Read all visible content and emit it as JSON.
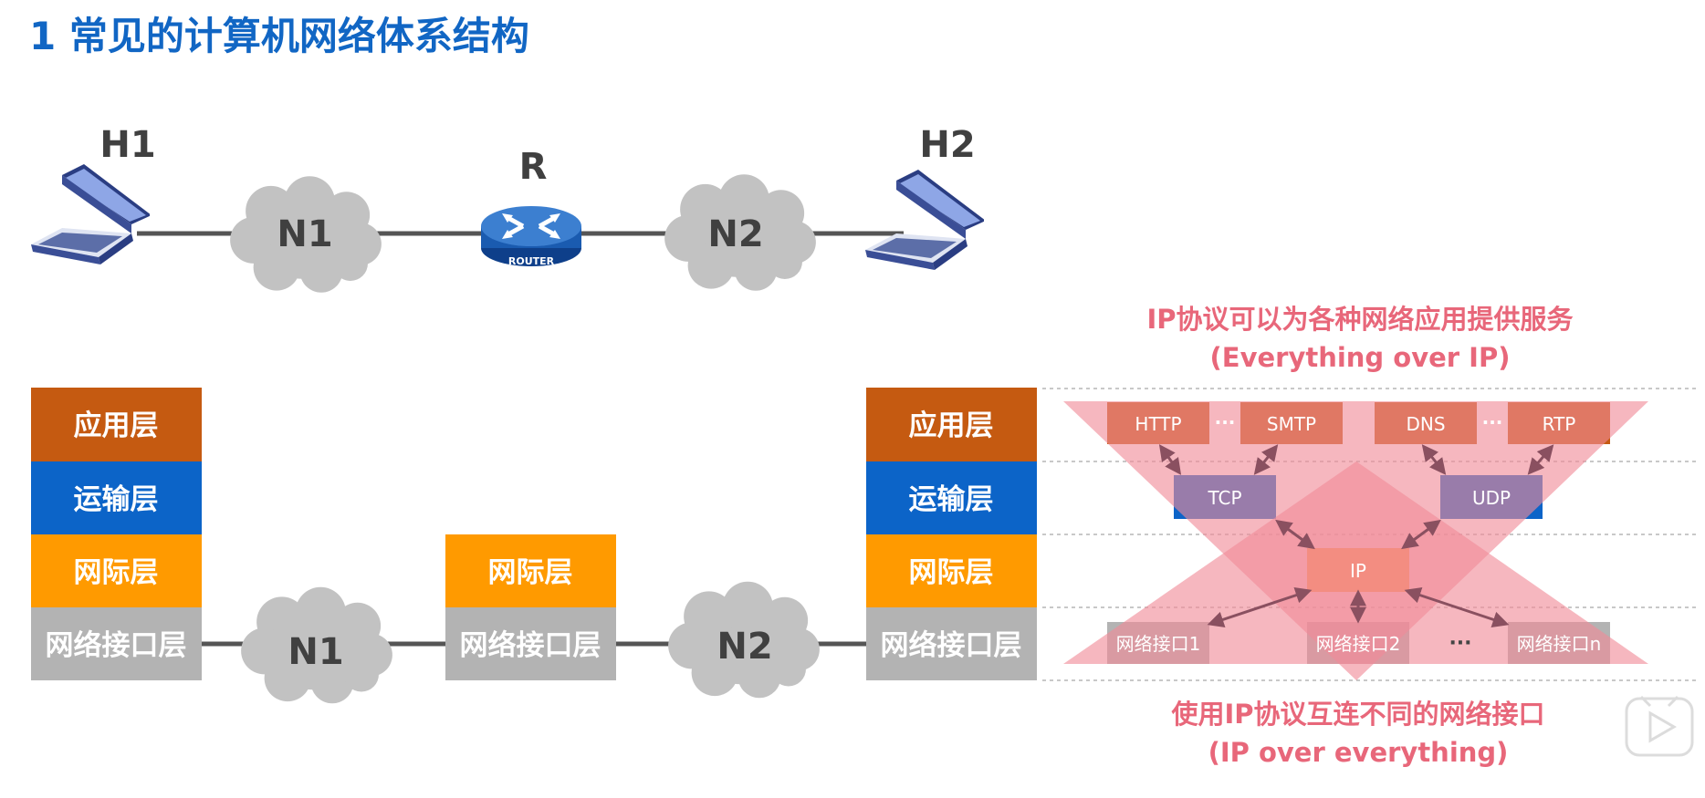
{
  "title": "1 常见的计算机网络体系结构",
  "topology": {
    "host1": "H1",
    "host2": "H2",
    "router": "R",
    "router_badge": "ROUTER",
    "network1": "N1",
    "network2": "N2"
  },
  "layers": {
    "application": "应用层",
    "transport": "运输层",
    "internet": "网际层",
    "link": "网络接口层"
  },
  "layer_colors": {
    "application": "#c55a11",
    "transport": "#0c64c8",
    "internet": "#ff9a00",
    "link": "#b3b3b3"
  },
  "hourglass": {
    "top_caption_line1": "IP协议可以为各种网络应用提供服务",
    "top_caption_line2": "(Everything over IP)",
    "bottom_caption_line1": "使用IP协议互连不同的网络接口",
    "bottom_caption_line2": "(IP over everything)",
    "app_protocols": [
      "HTTP",
      "SMTP",
      "DNS",
      "RTP"
    ],
    "ellipsis": "···",
    "transport_protocols": [
      "TCP",
      "UDP"
    ],
    "network_protocol": "IP",
    "interfaces": [
      "网络接口1",
      "网络接口2",
      "网络接口n"
    ]
  },
  "colors": {
    "title": "#1166c4",
    "caption": "#e8677a",
    "overlay": "#f08a98"
  }
}
